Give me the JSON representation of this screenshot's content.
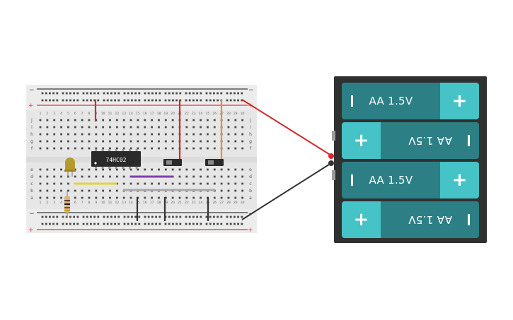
{
  "chip": {
    "label": "74HC02"
  },
  "breadboard": {
    "row_letters_top": [
      "a",
      "b",
      "c",
      "d",
      "e"
    ],
    "row_letters_mid": [
      "f",
      "g",
      "h",
      "i",
      "j"
    ],
    "column_count": 30,
    "rail_plus": "+",
    "rail_minus": "−"
  },
  "battery": {
    "cells": [
      {
        "label": "AA 1.5V",
        "plus": "+",
        "minus": "|",
        "flipped": false
      },
      {
        "label": "AA 1.5V",
        "plus": "+",
        "minus": "|",
        "flipped": true
      },
      {
        "label": "AA 1.5V",
        "plus": "+",
        "minus": "|",
        "flipped": false
      },
      {
        "label": "AA 1.5V",
        "plus": "+",
        "minus": "|",
        "flipped": true
      }
    ]
  },
  "colors": {
    "board": "#e8e8e8",
    "hole": "#4a4a4a",
    "rail_red": "#d23b3b",
    "rail_dark": "#3b3b3b",
    "wire_red": "#d42a2a",
    "wire_black": "#333333",
    "wire_orange": "#f0901e",
    "wire_yellow": "#e7d23a",
    "wire_purple": "#7c3fb0",
    "wire_gray": "#a8a8a8",
    "led": "#b59a2d",
    "chip": "#2a2a2a",
    "battery_body": "#2d7f86",
    "battery_cap": "#46c3c6"
  }
}
